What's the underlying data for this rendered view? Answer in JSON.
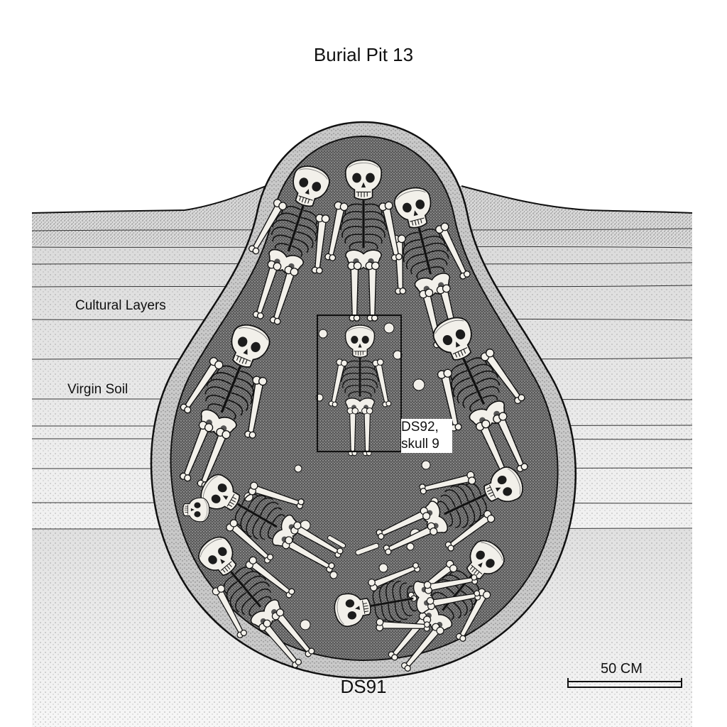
{
  "title": "Burial Pit 13",
  "layers": {
    "upper_label": "Cultural Layers",
    "lower_label": "Virgin Soil"
  },
  "specimen_callout": {
    "line1": "DS92,",
    "line2": "skull 9"
  },
  "site_label": "DS91",
  "scale_bar": {
    "label": "50 CM"
  },
  "colors": {
    "ink": "#111111",
    "pit_fill": "#8c8c8c",
    "pit_rim": "#b4b4b4",
    "bone": "#f2f0ea",
    "soil_dark": "#555555"
  },
  "skeletons": [
    {
      "name": "skeleton-top-center"
    },
    {
      "name": "skeleton-top-left"
    },
    {
      "name": "skeleton-top-right"
    },
    {
      "name": "skeleton-mid-left"
    },
    {
      "name": "skeleton-mid-right"
    },
    {
      "name": "skeleton-lower-left"
    },
    {
      "name": "skeleton-lower-right"
    },
    {
      "name": "skeleton-bottom-left"
    },
    {
      "name": "skeleton-bottom-right"
    },
    {
      "name": "skeleton-bottom-center"
    },
    {
      "name": "skeleton-left-edge"
    },
    {
      "name": "skeleton-center-child"
    }
  ]
}
